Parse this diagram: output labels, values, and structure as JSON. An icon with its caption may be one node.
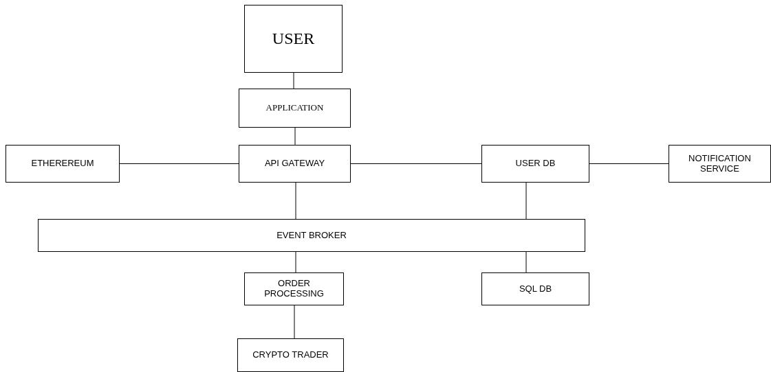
{
  "diagram": {
    "nodes": [
      {
        "text": [
          "USER"
        ]
      },
      {
        "text": [
          "APPLICATION"
        ]
      },
      {
        "text": [
          "ETHEREREUM"
        ]
      },
      {
        "text": [
          "API GATEWAY"
        ]
      },
      {
        "text": [
          "USER DB"
        ]
      },
      {
        "text": [
          "NOTIFICATION SERVICE"
        ]
      },
      {
        "text": [
          "EVENT BROKER"
        ]
      },
      {
        "text": [
          "ORDER PROCESSING"
        ]
      },
      {
        "text": [
          "SQL DB"
        ]
      },
      {
        "text": [
          "CRYPTO TRADER"
        ]
      }
    ],
    "edges": [
      {
        "from": 0,
        "to": 1,
        "arrow": "none"
      },
      {
        "from": 1,
        "to": 3,
        "arrow": "none"
      },
      {
        "from": 2,
        "to": 3,
        "arrow": "none"
      },
      {
        "from": 3,
        "to": 4,
        "arrow": "none"
      },
      {
        "from": 4,
        "to": 5,
        "arrow": "none"
      },
      {
        "from": 3,
        "to": 6,
        "arrow": "none"
      },
      {
        "from": 4,
        "to": 6,
        "arrow": "none"
      },
      {
        "from": 6,
        "to": 7,
        "arrow": "none"
      },
      {
        "from": 6,
        "to": 8,
        "arrow": "none"
      },
      {
        "from": 7,
        "to": 9,
        "arrow": "none"
      }
    ]
  }
}
